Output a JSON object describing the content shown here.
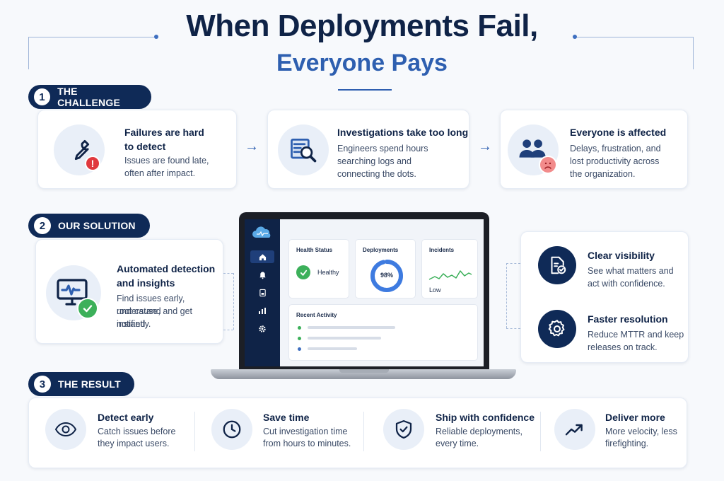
{
  "header": {
    "title_line1": "When Deployments Fail,",
    "title_line2": "Everyone Pays"
  },
  "sections": {
    "challenge": {
      "number": "1",
      "label": "THE CHALLENGE"
    },
    "solution": {
      "number": "2",
      "label": "OUR SOLUTION"
    },
    "result": {
      "number": "3",
      "label": "THE RESULT"
    }
  },
  "challenge_cards": [
    {
      "title_a": "Failures are hard",
      "title_b": "to detect",
      "desc_a": "Issues are found late,",
      "desc_b": "often after impact.",
      "icon": "wrench-icon"
    },
    {
      "title": "Investigations take too long",
      "desc_a": "Engineers spend hours",
      "desc_b": "searching logs and",
      "desc_c": "connecting the dots.",
      "icon": "search-logs-icon"
    },
    {
      "title": "Everyone is affected",
      "desc_a": "Delays, frustration, and",
      "desc_b": "lost productivity across",
      "desc_c": "the organization.",
      "icon": "people-icon"
    }
  ],
  "solution_card": {
    "title_a": "Automated detection",
    "title_b": "and insights",
    "desc_a": "Find issues early, understand",
    "desc_b": "root cause, and get notified",
    "desc_c": "instantly.",
    "icon": "monitor-check-icon"
  },
  "dashboard": {
    "health_label": "Health Status",
    "health_value": "Healthy",
    "deployments_label": "Deployments",
    "deployments_percent": "98%",
    "deployments_fraction": 0.98,
    "incidents_label": "Incidents",
    "incidents_value": "Low",
    "recent_label": "Recent Activity",
    "activity_dots": [
      "#3cb05a",
      "#3cb05a",
      "#3e6fc0"
    ]
  },
  "benefits": [
    {
      "title": "Clear visibility",
      "desc_a": "See what matters and",
      "desc_b": "act with confidence.",
      "icon": "document-check-icon"
    },
    {
      "title": "Faster resolution",
      "desc_a": "Reduce MTTR and keep",
      "desc_b": "releases on track.",
      "icon": "gear-icon"
    }
  ],
  "results": [
    {
      "title": "Detect early",
      "desc_a": "Catch issues before",
      "desc_b": "they impact users.",
      "icon": "eye-icon"
    },
    {
      "title": "Save time",
      "desc_a": "Cut investigation time",
      "desc_b": "from hours to minutes.",
      "icon": "clock-icon"
    },
    {
      "title": "Ship with confidence",
      "desc_a": "Reliable deployments,",
      "desc_b": "every time.",
      "icon": "shield-check-icon"
    },
    {
      "title": "Deliver more",
      "desc_a": "More velocity, less",
      "desc_b": "firefighting.",
      "icon": "trend-up-icon"
    }
  ],
  "colors": {
    "navy": "#0f2a57",
    "accent_blue": "#2e5fb0",
    "success_green": "#3cb05a",
    "alert_red": "#e0393e"
  }
}
